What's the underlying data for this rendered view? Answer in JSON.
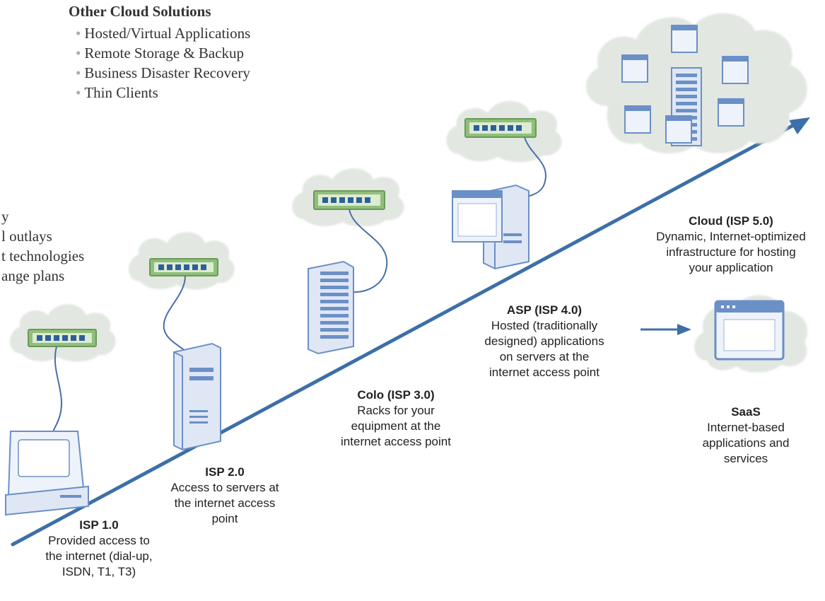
{
  "other_solutions": {
    "heading": "Other Cloud Solutions",
    "items": [
      "Hosted/Virtual Applications",
      "Remote Storage & Backup",
      "Business Disaster Recovery",
      "Thin Clients"
    ]
  },
  "benefits": {
    "items": [
      "y",
      "l outlays",
      "t technologies",
      "ange plans"
    ]
  },
  "stages": {
    "isp1": {
      "title": "ISP 1.0",
      "desc": [
        "Provided access to",
        "the internet (dial-up,",
        "ISDN, T1, T3)"
      ]
    },
    "isp2": {
      "title": "ISP 2.0",
      "desc": [
        "Access to servers at",
        "the internet access",
        "point"
      ]
    },
    "colo": {
      "title": "Colo (ISP 3.0)",
      "desc": [
        "Racks for your",
        "equipment at the",
        "internet access point"
      ]
    },
    "asp": {
      "title": "ASP (ISP 4.0)",
      "desc": [
        "Hosted (traditionally",
        "designed) applications",
        "on servers at the",
        "internet access point"
      ]
    },
    "cloud": {
      "title": "Cloud (ISP 5.0)",
      "desc": [
        "Dynamic, Internet-optimized",
        "infrastructure for hosting",
        "your application"
      ]
    },
    "saas": {
      "title": "SaaS",
      "desc": [
        "Internet-based",
        "applications and",
        "services"
      ]
    }
  },
  "icons": {
    "cloud": "cloud-icon",
    "switch": "network-switch-icon",
    "desktop": "desktop-computer-icon",
    "tower": "server-tower-icon",
    "rack": "server-rack-icon",
    "window": "application-window-icon",
    "arrow": "arrow-icon"
  },
  "colors": {
    "arrow": "#3d6fa8",
    "cloud_fill": "#e2e7e2",
    "switch_green": "#8fbf7a",
    "switch_ports": "#2f5f9a",
    "device_fill": "#eef3fb",
    "device_stroke": "#6b8fc7",
    "cable": "#4a6ea8"
  }
}
